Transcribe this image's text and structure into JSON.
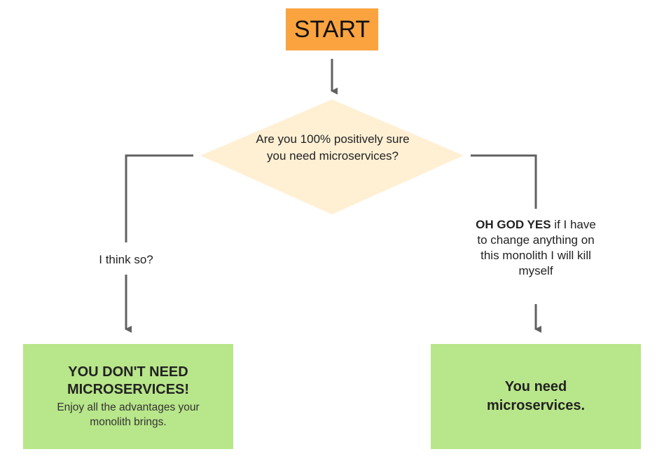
{
  "colors": {
    "start_fill": "#fba33f",
    "decision_fill": "#fff0d4",
    "outcome_fill": "#b8e68a",
    "connector": "#616161"
  },
  "start": {
    "label": "START"
  },
  "decision": {
    "question": "Are you 100% positively sure you need microservices?"
  },
  "branches": {
    "left_label": "I think so?",
    "right_label_emphasis": "OH GOD YES",
    "right_label_rest": " if I have to change anything on this monolith I will kill myself"
  },
  "outcomes": {
    "left_title": "YOU DON'T NEED MICROSERVICES!",
    "left_subtitle": "Enjoy all the advantages your monolith brings.",
    "right_title": "You need microservices."
  }
}
